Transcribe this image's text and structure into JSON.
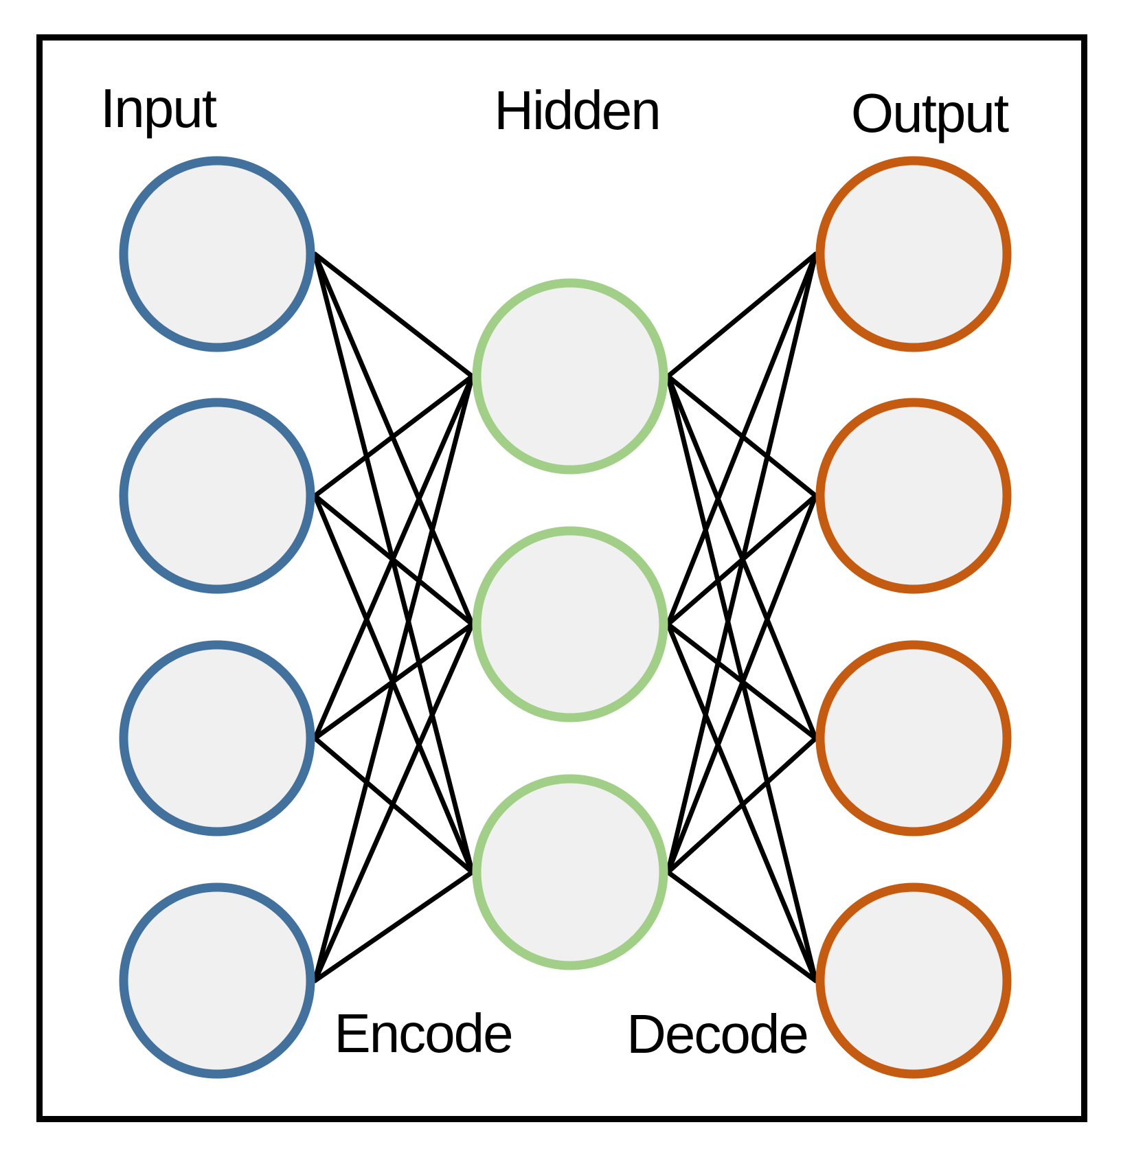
{
  "diagram_type": "autoencoder-neural-network",
  "network": {
    "layers": [
      {
        "id": "input",
        "label": "Input",
        "node_count": 4,
        "stroke_color": "#41719C"
      },
      {
        "id": "hidden",
        "label": "Hidden",
        "node_count": 3,
        "stroke_color": "#A2CF88"
      },
      {
        "id": "output",
        "label": "Output",
        "node_count": 4,
        "stroke_color": "#C55A11"
      }
    ],
    "connections": [
      {
        "id": "encode",
        "label": "Encode",
        "from": "input",
        "to": "hidden",
        "fully_connected": true
      },
      {
        "id": "decode",
        "label": "Decode",
        "from": "hidden",
        "to": "output",
        "fully_connected": true
      }
    ],
    "colors": {
      "node_fill": "#F0F0F0",
      "edge": "#000000",
      "frame": "#000000",
      "background": "#FFFFFF",
      "text": "#000000"
    }
  }
}
